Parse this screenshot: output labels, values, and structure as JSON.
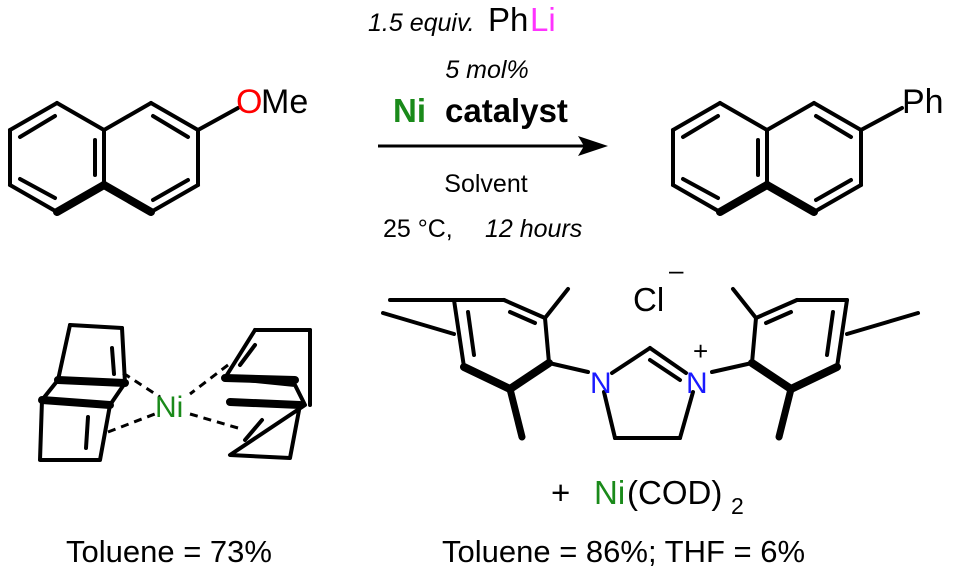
{
  "reaction": {
    "reagent": {
      "amount": "1.5 equiv.",
      "name_main": "Ph",
      "name_highlight": "Li"
    },
    "loading": "5 mol%",
    "catalyst": {
      "metal": "Ni",
      "word": "catalyst"
    },
    "solvent": "Solvent",
    "conditions": {
      "temperature": "25 °C,",
      "time": "12 hours"
    }
  },
  "reactant": {
    "substituent_o": "O",
    "substituent_me": "Me"
  },
  "product": {
    "substituent": "Ph"
  },
  "catalysts": {
    "left": {
      "metal": "Ni",
      "result": "Toluene  = 73%"
    },
    "right": {
      "anion": "Cl",
      "anion_charge": "–",
      "cation_charge": "+",
      "n1": "N",
      "n2": "N",
      "plus": "+",
      "metal": "Ni",
      "ligand": "(COD)",
      "ligand_subscript": "2",
      "result": "Toluene = 86%;  THF = 6%"
    }
  },
  "colors": {
    "oxygen": "#ff0000",
    "lithium": "#ff33ff",
    "nickel": "#1a8a1a",
    "nitrogen": "#1a1aff",
    "bond": "#000000"
  }
}
